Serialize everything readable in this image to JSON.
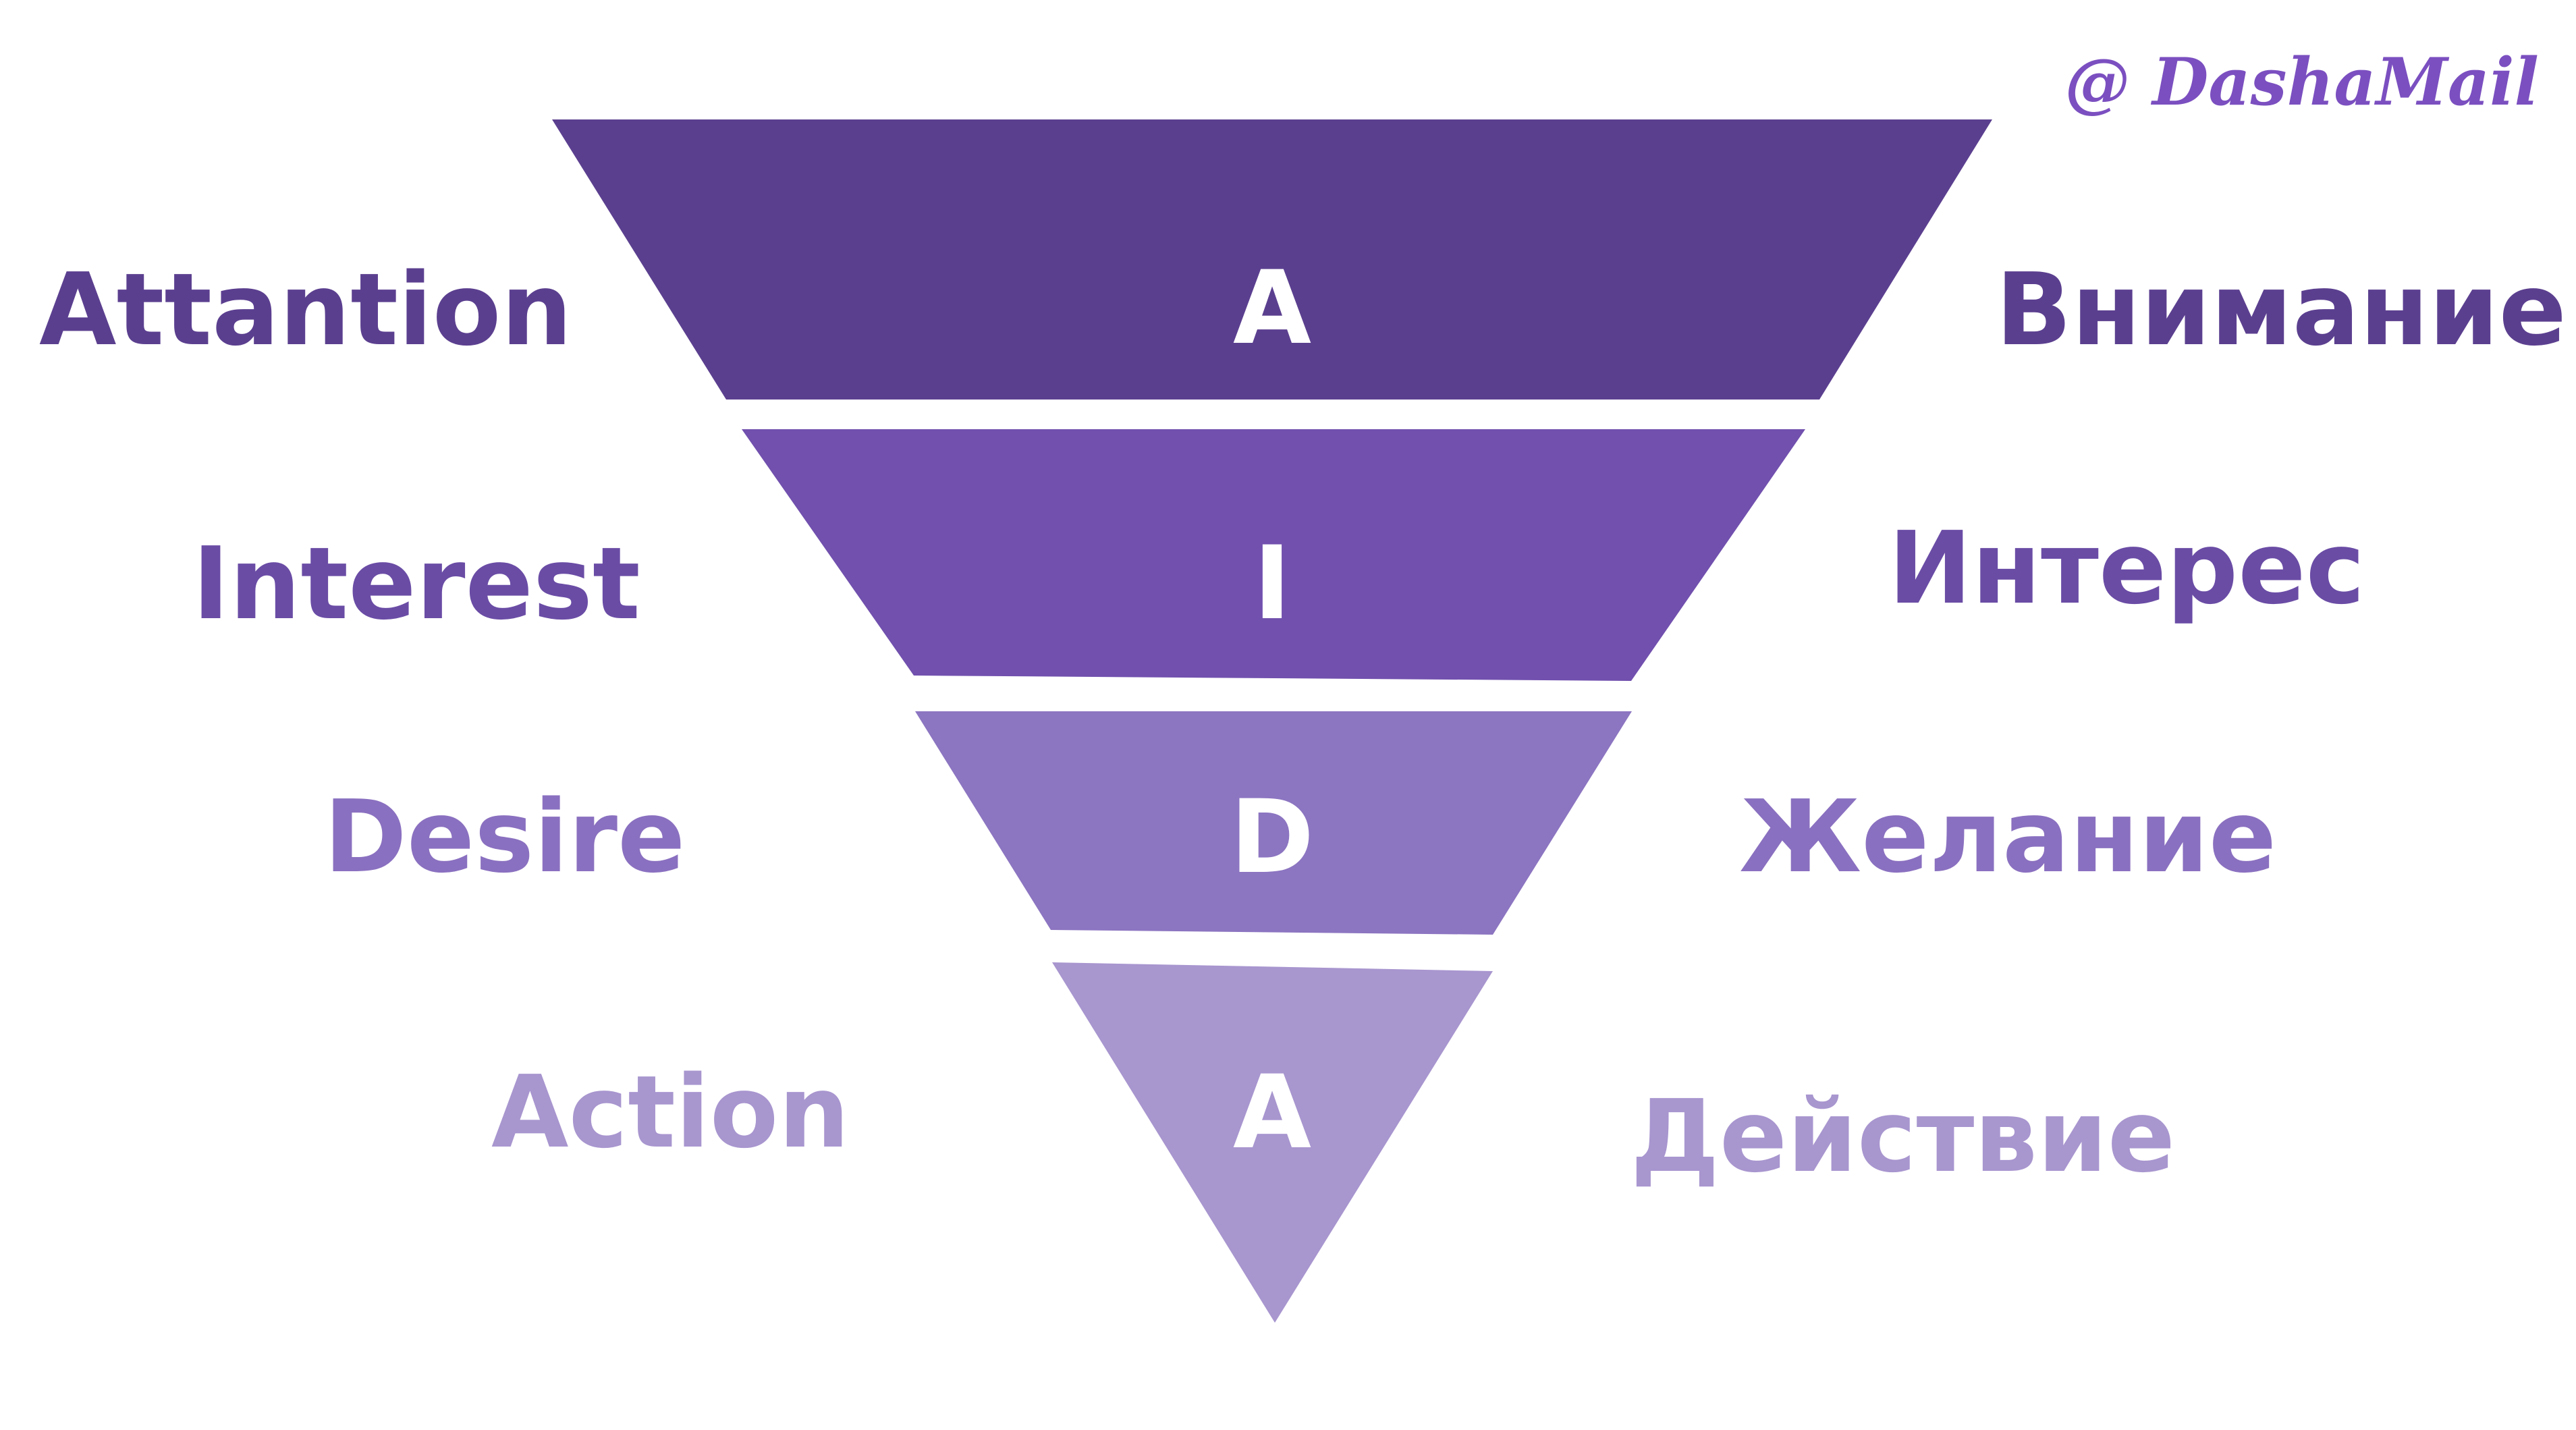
{
  "logo": {
    "text": "@ DashaMail",
    "color": "#7B4FC0"
  },
  "stages": [
    {
      "letter": "A",
      "english": "Attantion",
      "russian": "Внимание",
      "fill": "#5B3F8F",
      "label_color": "#5B3F8F"
    },
    {
      "letter": "I",
      "english": "Interest",
      "russian": "Интерес",
      "fill": "#7150AE",
      "label_color": "#6A4CA5"
    },
    {
      "letter": "D",
      "english": "Desire",
      "russian": "Желание",
      "fill": "#8C75C1",
      "label_color": "#8A70C0"
    },
    {
      "letter": "A",
      "english": "Action",
      "russian": "Действие",
      "fill": "#A896CF",
      "label_color": "#A896CF"
    }
  ]
}
